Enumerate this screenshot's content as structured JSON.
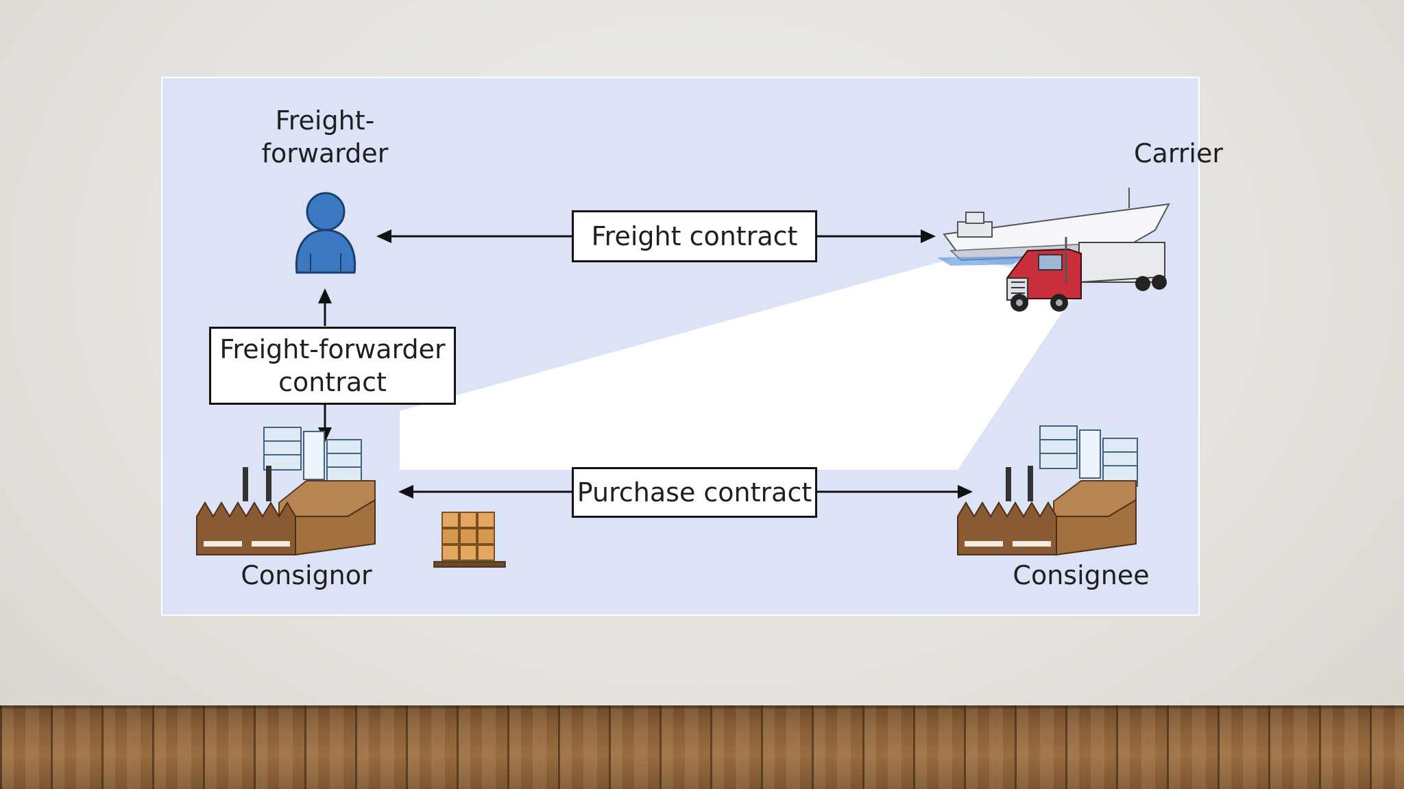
{
  "diagram": {
    "nodes": {
      "freight_forwarder": "Freight-\nforwarder",
      "carrier": "Carrier",
      "consignor": "Consignor",
      "consignee": "Consignee"
    },
    "contracts": {
      "freight": "Freight contract",
      "freight_forwarder": "Freight-forwarder\ncontract",
      "purchase": "Purchase contract"
    },
    "icons": {
      "freight_forwarder": "person-icon",
      "carrier": "ship-and-truck-icon",
      "consignor": "factory-icon",
      "consignee": "factory-icon",
      "goods": "pallet-goods-icon"
    },
    "colors": {
      "slide_background": "#dde3f6",
      "person": "#3a78c2",
      "truck": "#c9303b",
      "factory_brown": "#8a5a33"
    }
  }
}
